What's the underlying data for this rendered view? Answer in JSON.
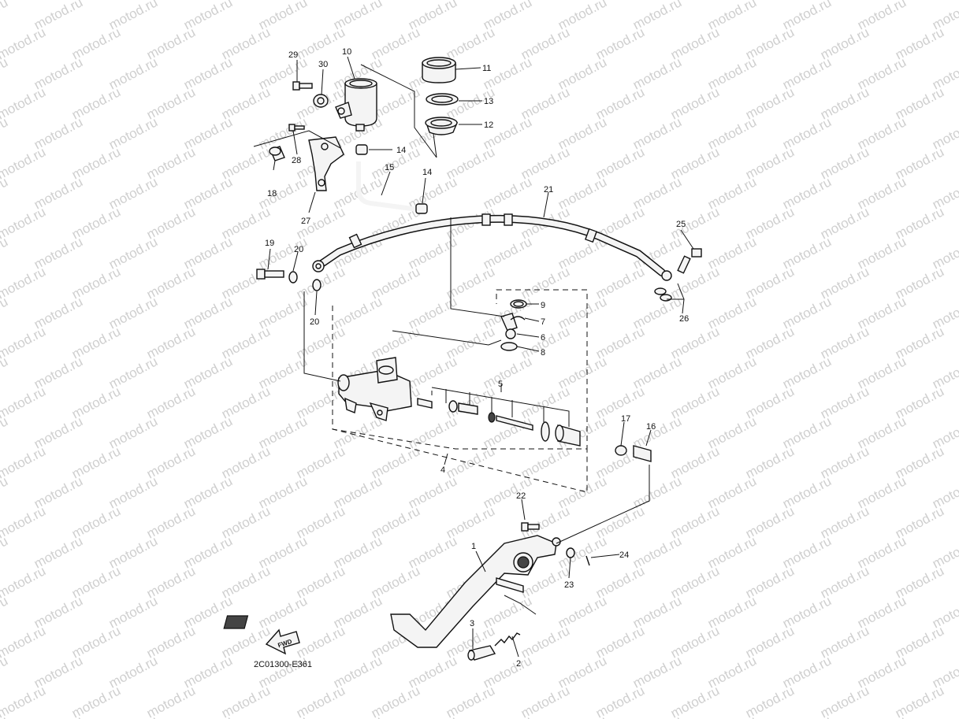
{
  "watermark": "motod.ru",
  "diagram_code": "2C01300-E361",
  "fwd_label": "FWD",
  "callouts": {
    "n1": "1",
    "n2": "2",
    "n3": "3",
    "n4": "4",
    "n5": "5",
    "n6": "6",
    "n7": "7",
    "n8": "8",
    "n9": "9",
    "n10": "10",
    "n11": "11",
    "n12": "12",
    "n13": "13",
    "n14a": "14",
    "n14b": "14",
    "n15": "15",
    "n16": "16",
    "n17": "17",
    "n18": "18",
    "n19": "19",
    "n20a": "20",
    "n20b": "20",
    "n21": "21",
    "n22": "22",
    "n23": "23",
    "n24": "24",
    "n25": "25",
    "n26": "26",
    "n27": "27",
    "n28": "28",
    "n29": "29",
    "n30": "30"
  }
}
